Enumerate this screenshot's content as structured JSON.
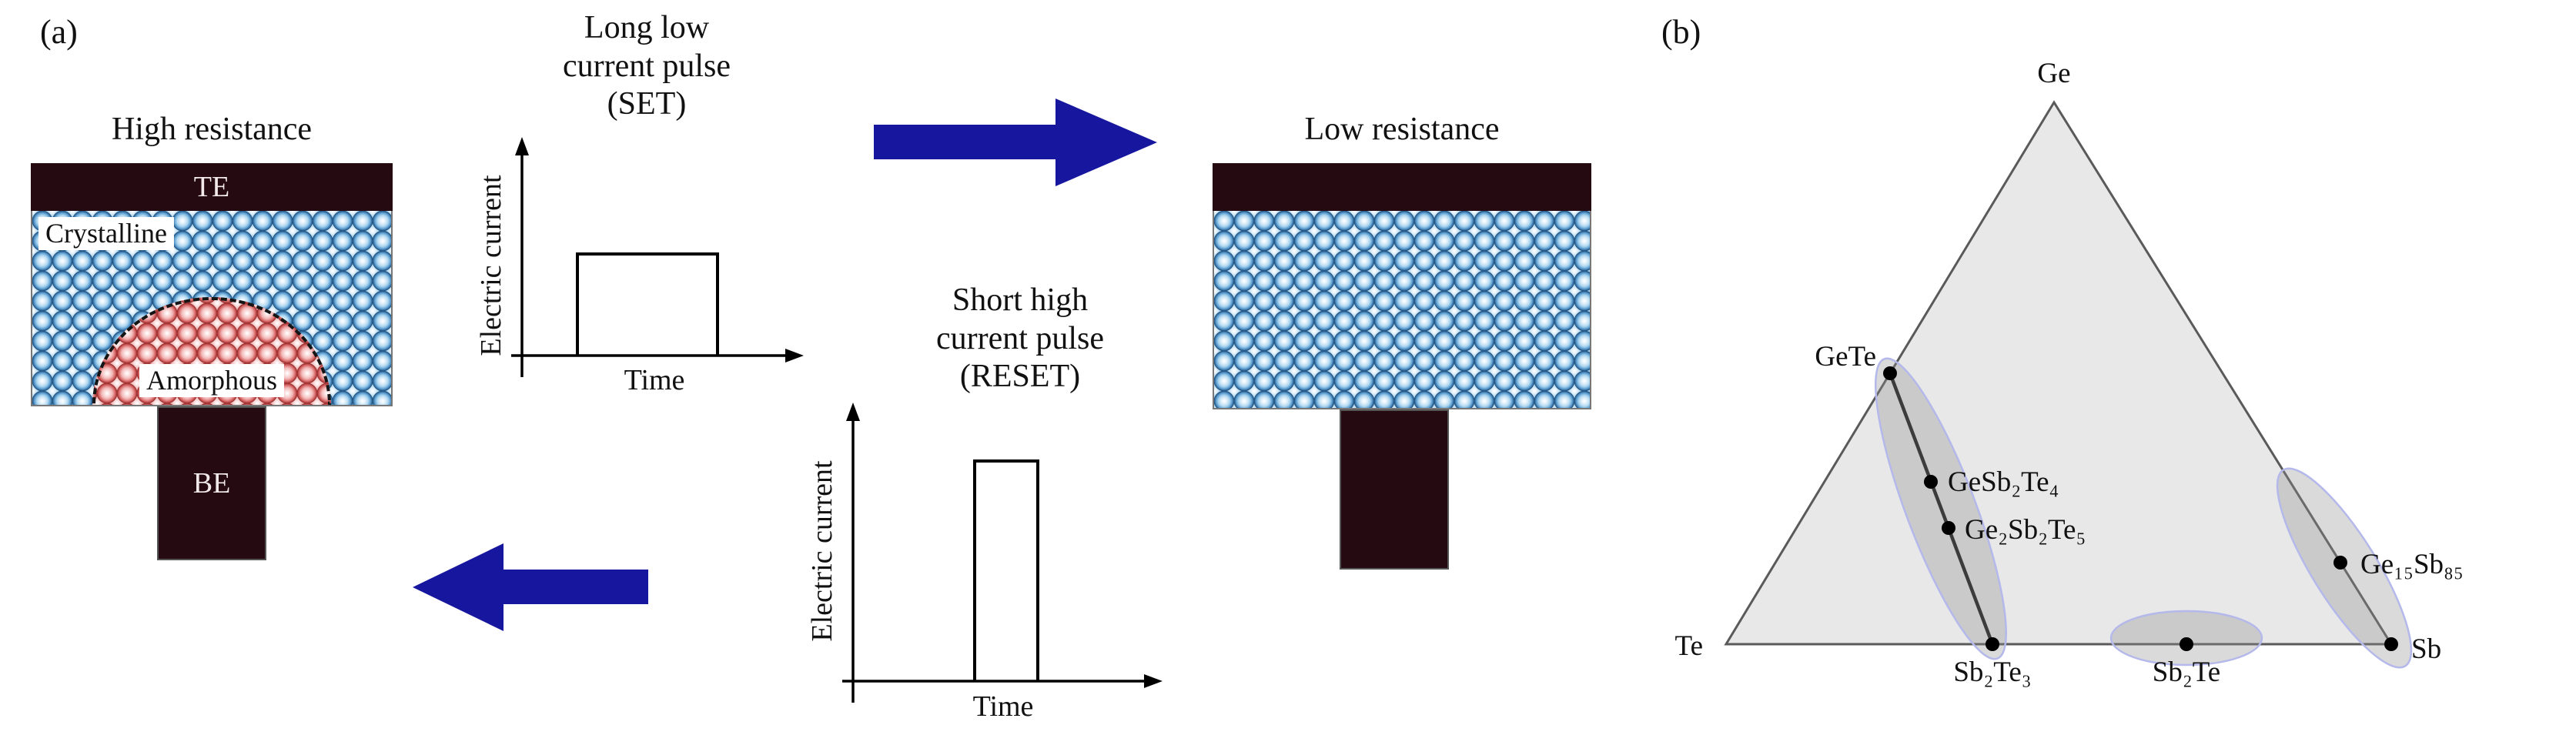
{
  "panel_a": {
    "label": "(a)",
    "device_high": {
      "title": "High resistance",
      "te": "TE",
      "crystalline": "Crystalline",
      "amorphous": "Amorphous",
      "be": "BE"
    },
    "set_pulse": {
      "title_lines": [
        "Long low",
        "current pulse",
        "(SET)"
      ],
      "ylabel": "Electric current",
      "xlabel": "Time"
    },
    "reset_pulse": {
      "title_lines": [
        "Short high",
        "current pulse",
        "(RESET)"
      ],
      "ylabel": "Electric current",
      "xlabel": "Time"
    },
    "device_low": {
      "title": "Low resistance"
    }
  },
  "panel_b": {
    "label": "(b)",
    "vertices": {
      "top": "Ge",
      "bottom_left": "Te",
      "bottom_right": "Sb"
    },
    "compounds": {
      "gete": "GeTe",
      "gesb2te4": "GeSb₂Te₄",
      "ge2sb2te5": "Ge₂Sb₂Te₅",
      "sb2te3": "Sb₂Te₃",
      "sb2te": "Sb₂Te",
      "ge15sb85": "Ge₁₅Sb₈₅"
    }
  },
  "colors": {
    "electrode_dark": "#250a12",
    "arrow_blue": "#16169e",
    "crystalline_blue": "#66a6d6",
    "amorphous_red": "#dd7676",
    "triangle_fill": "#e8e8e8",
    "ellipse_stroke": "#b4b8ea"
  }
}
